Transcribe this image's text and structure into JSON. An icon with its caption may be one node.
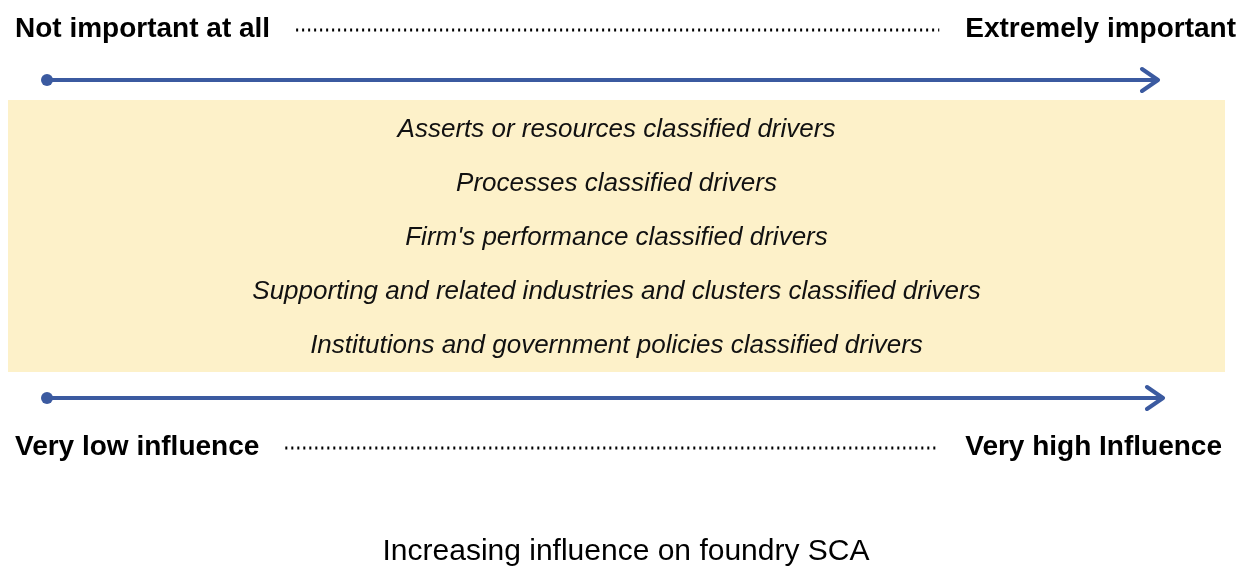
{
  "diagram": {
    "caption": "Increasing influence on foundry SCA",
    "nodes": [
      {
        "text": [
          "Not important at all"
        ]
      },
      {
        "text": [
          "Extremely important"
        ]
      },
      {
        "text": [
          "Asserts or resources classified drivers",
          "Processes classified drivers",
          "Firm's performance classified drivers",
          "Supporting and related industries and clusters classified drivers",
          "Institutions and government policies classified drivers"
        ]
      },
      {
        "text": [
          "Very low influence"
        ]
      },
      {
        "text": [
          "Very high Influence"
        ]
      }
    ],
    "edges": [
      {
        "from": 0,
        "to": 1,
        "arrow": "none",
        "style": "dashed"
      },
      {
        "from": 3,
        "to": 4,
        "arrow": "none",
        "style": "dashed"
      }
    ]
  }
}
